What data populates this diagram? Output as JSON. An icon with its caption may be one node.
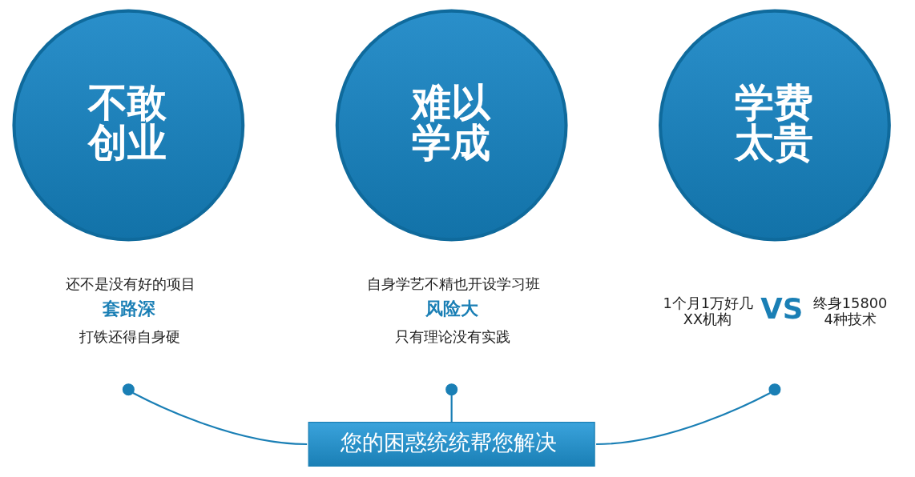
{
  "diagram": {
    "nodes": [
      {
        "text": [
          "不敢创业"
        ],
        "beside": [
          "还不是没有好的项目",
          "套路深",
          "打铁还得自身硬"
        ]
      },
      {
        "text": [
          "难以学成"
        ],
        "beside": [
          "自身学艺不精也开设学习班",
          "风险大",
          "只有理论没有实践"
        ]
      },
      {
        "text": [
          "学费太贵"
        ],
        "beside": [
          "1个月1万好几 XX机构",
          "VS",
          "终身15800 4种技术"
        ]
      },
      {
        "text": [],
        "shape": "circle"
      },
      {
        "text": [],
        "shape": "circle"
      },
      {
        "text": [],
        "shape": "circle"
      },
      {
        "text": [
          "您的困惑统统帮您解决"
        ]
      }
    ],
    "edges": [
      {
        "from": 3,
        "to": 6,
        "arrow": "none"
      },
      {
        "from": 4,
        "to": 6,
        "arrow": "none"
      },
      {
        "from": 5,
        "to": 6,
        "arrow": "none"
      }
    ]
  }
}
